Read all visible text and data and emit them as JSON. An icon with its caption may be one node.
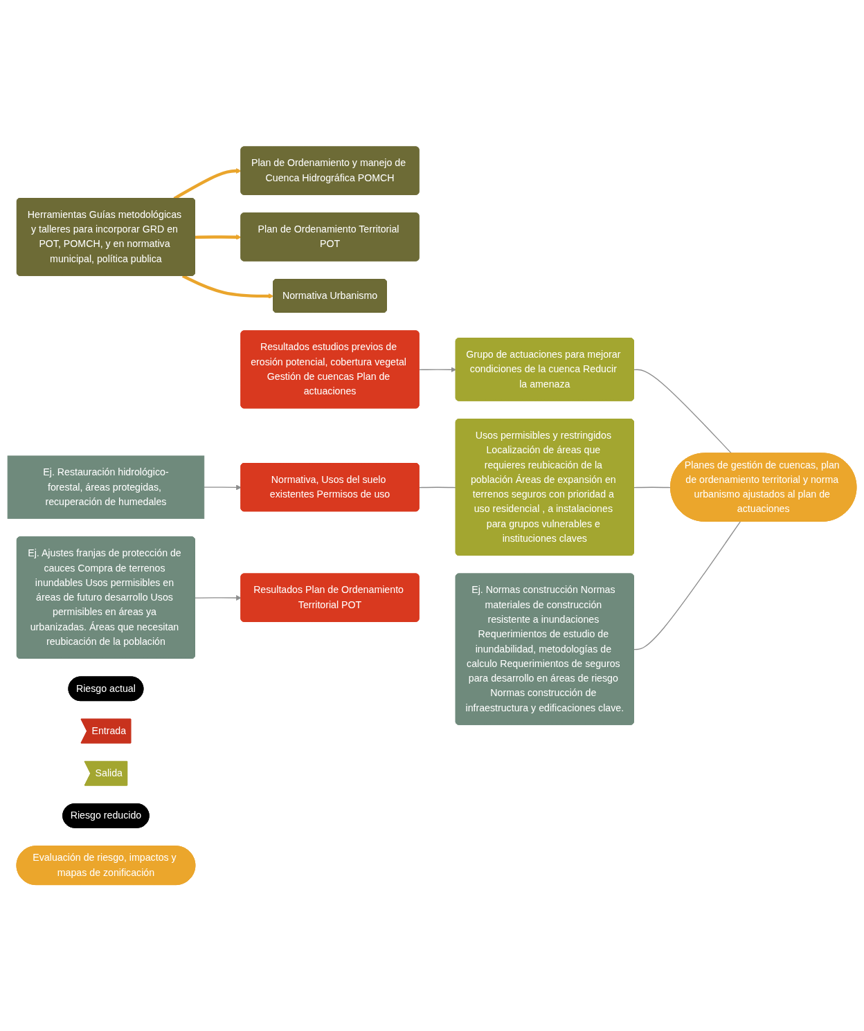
{
  "diagram": {
    "nodes": [
      {
        "text": [
          "Riesgo actual"
        ]
      },
      {
        "text": [
          "Entrada"
        ]
      },
      {
        "text": [
          "Salida"
        ]
      },
      {
        "text": [
          "Riesgo reducido"
        ]
      },
      {
        "text": [
          "Evaluación de riesgo, impactos y mapas de zonificación"
        ]
      },
      {
        "text": [
          "Herramientas Guías metodológicas y talleres para incorporar GRD en POT, POMCH, y en normativa municipal, política publica"
        ]
      },
      {
        "text": [
          "Plan de Ordenamiento y manejo de Cuenca Hidrográfica POMCH"
        ]
      },
      {
        "text": [
          "Plan de Ordenamiento Territorial POT"
        ]
      },
      {
        "text": [
          "Normativa Urbanismo"
        ]
      },
      {
        "text": [
          "Resultados estudios previos de erosión potencial, cobertura vegetal Gestión de cuencas Plan de actuaciones"
        ]
      },
      {
        "text": [
          "Grupo de actuaciones para mejorar condiciones de la cuenca Reducir la amenaza"
        ]
      },
      {
        "text": [
          "Ej. Restauración hidrológico-forestal, áreas protegidas, recuperación de humedales"
        ]
      },
      {
        "text": [
          "Normativa, Usos del suelo existentes Permisos de uso"
        ]
      },
      {
        "text": [
          "Usos permisibles y restringidos Localización de áreas que requieres reubicación de la población Áreas de expansión en terrenos seguros con prioridad a uso residencial , a instalaciones para grupos vulnerables e instituciones claves"
        ]
      },
      {
        "text": [
          "Ej. Ajustes franjas de protección de cauces Compra de terrenos inundables Usos permisibles en áreas de futuro desarrollo Usos permisibles en áreas ya urbanizadas. Áreas que necesitan reubicación de la población"
        ]
      },
      {
        "text": [
          "Resultados Plan de Ordenamiento Territorial POT"
        ]
      },
      {
        "text": [
          "Ej. Normas construcción Normas materiales de construcción resistente a inundaciones Requerimientos de estudio de inundabilidad, metodologías de calculo Requerimientos de seguros para desarrollo en áreas de riesgo Normas construcción de infraestructura y edificaciones clave."
        ]
      },
      {
        "text": [
          "Planes de gestión de cuencas, plan de ordenamiento territorial y norma urbanismo ajustados al plan de actuaciones"
        ]
      }
    ],
    "edges": [
      {
        "from": 5,
        "to": 6,
        "arrow": "to",
        "style": "thick",
        "color": "#eaa52c"
      },
      {
        "from": 5,
        "to": 7,
        "arrow": "to",
        "style": "thick",
        "color": "#eaa52c"
      },
      {
        "from": 5,
        "to": 8,
        "arrow": "to",
        "style": "thick",
        "color": "#eaa52c"
      },
      {
        "from": 9,
        "to": 10,
        "arrow": "to"
      },
      {
        "from": 11,
        "to": 12,
        "arrow": "to"
      },
      {
        "from": 12,
        "to": 13,
        "arrow": "none"
      },
      {
        "from": 14,
        "to": 15,
        "arrow": "to"
      },
      {
        "from": 10,
        "to": 17,
        "arrow": "none"
      },
      {
        "from": 13,
        "to": 17,
        "arrow": "none"
      },
      {
        "from": 16,
        "to": 17,
        "arrow": "none"
      }
    ]
  }
}
